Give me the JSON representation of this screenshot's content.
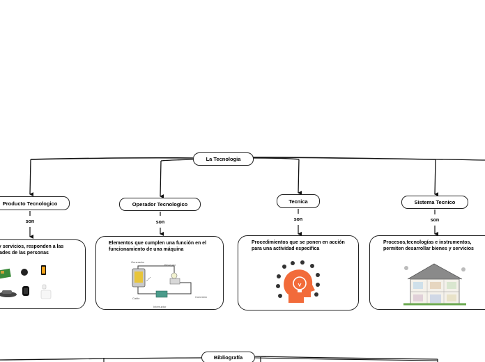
{
  "root": {
    "label": "La Tecnologia"
  },
  "connector_label": "son",
  "branches": [
    {
      "title": "Producto Tecnologico",
      "description": "Bienes y servicios, responden a las necesidades de las personas",
      "image": "gadgets-illustration"
    },
    {
      "title": "Operador Tecnologico",
      "description": "Elementos que cumplen una función en el funcionamiento de una máquina",
      "image": "electric-circuit-diagram",
      "image_labels": [
        "Generador",
        "Receptor",
        "Cable",
        "Interruptor",
        "Conexión"
      ]
    },
    {
      "title": "Tecnica",
      "description": "Procedimientos que se ponen en acción para una actividad especifica",
      "image": "head-lightbulb-gears-icon"
    },
    {
      "title": "Sistema Tecnico",
      "description": "Procesos,tecnologías e instrumentos, permiten desarrollar bienes y servicios",
      "image": "smart-house-illustration"
    }
  ],
  "footer": {
    "label": "Bibliografía"
  },
  "colors": {
    "line": "#111111",
    "accent_orange": "#f26b3a"
  }
}
